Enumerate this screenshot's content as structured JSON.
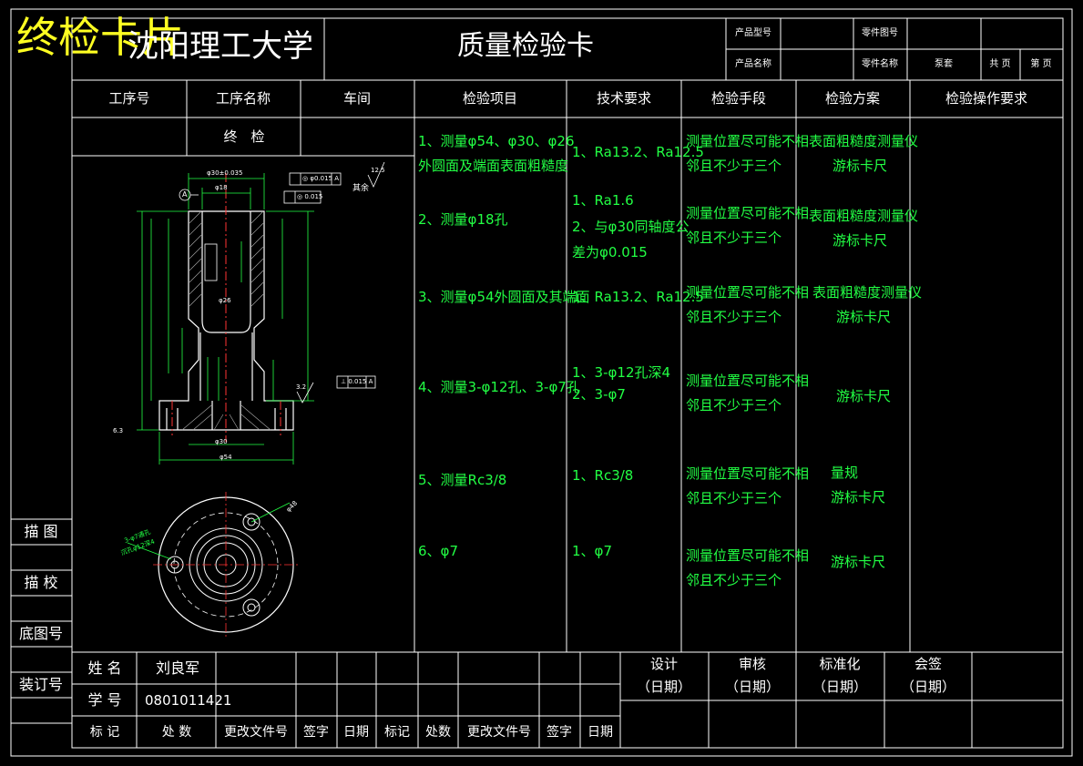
{
  "watermark": "终检卡片",
  "school": "沈阳理工大学",
  "card_title": "质量检验卡",
  "header_fields": {
    "product_model": "产品型号",
    "part_drawing_no": "零件图号",
    "product_name": "产品名称",
    "part_name": "零件名称",
    "part_name_value": "泵套",
    "total_pages": "共 页",
    "page_no": "第 页"
  },
  "columns": {
    "process_no": "工序号",
    "process_name": "工序名称",
    "workshop": "车间",
    "inspection_item": "检验项目",
    "tech_req": "技术要求",
    "means": "检验手段",
    "plan": "检验方案",
    "operation_req": "检验操作要求"
  },
  "process_name_value": "终　检",
  "rows": [
    {
      "item": [
        "1、测量φ54、φ30、φ26",
        "外圆面及端面表面粗糙度"
      ],
      "req": [
        "1、Ra13.2、Ra12.5"
      ],
      "means": [
        "测量位置尽可能不相",
        "邻且不少于三个"
      ],
      "plan": [
        "表面粗糙度测量仪",
        "游标卡尺"
      ]
    },
    {
      "item": [
        "2、测量φ18孔"
      ],
      "req": [
        "1、Ra1.6",
        "2、与φ30同轴度公",
        "差为φ0.015"
      ],
      "means": [
        "测量位置尽可能不相",
        "邻且不少于三个"
      ],
      "plan": [
        "表面粗糙度测量仪",
        "游标卡尺"
      ]
    },
    {
      "item": [
        "3、测量φ54外圆面及其端面"
      ],
      "req": [
        "1、Ra13.2、Ra12.5"
      ],
      "means": [
        "测量位置尽可能不相",
        "邻且不少于三个"
      ],
      "plan": [
        "表面粗糙度测量仪",
        "游标卡尺"
      ]
    },
    {
      "item": [
        "4、测量3-φ12孔、3-φ7孔"
      ],
      "req": [
        "1、3-φ12孔深4",
        "2、3-φ7"
      ],
      "means": [
        "测量位置尽可能不相",
        "邻且不少于三个"
      ],
      "plan": [
        "游标卡尺"
      ]
    },
    {
      "item": [
        "5、测量Rc3/8"
      ],
      "req": [
        "1、Rc3/8"
      ],
      "means": [
        "测量位置尽可能不相",
        "邻且不少于三个"
      ],
      "plan": [
        "量规",
        "游标卡尺"
      ]
    },
    {
      "item": [
        "6、φ7"
      ],
      "req": [
        "1、φ7"
      ],
      "means": [
        "测量位置尽可能不相",
        "邻且不少于三个"
      ],
      "plan": [
        "游标卡尺"
      ]
    }
  ],
  "side_labels": [
    "描 图",
    "描 校",
    "底图号",
    "装订号"
  ],
  "bottom": {
    "name_label": "姓 名",
    "name_value": "刘良军",
    "id_label": "学 号",
    "id_value": "0801011421",
    "footer_labels": [
      "标 记",
      "处 数",
      "更改文件号",
      "签字",
      "日期",
      "标记",
      "处数",
      "更改文件号",
      "签字",
      "日期"
    ],
    "approvals": [
      {
        "label": "设计",
        "date": "（日期）"
      },
      {
        "label": "审核",
        "date": "（日期）"
      },
      {
        "label": "标准化",
        "date": "（日期）"
      },
      {
        "label": "会签",
        "date": "（日期）"
      }
    ]
  },
  "drawing": {
    "top_dim": "φ30±0.035",
    "dim_18": "φ18",
    "gdt1": "◎ φ0.015 A",
    "gdt2": "◎ 0.015",
    "datum": "A",
    "rough_rest": "其余",
    "rough_val": "12.5",
    "rough_32": "3.2",
    "gdt3": "⊥ 0.015 A",
    "dim_26": "φ26",
    "dim_30b": "φ30",
    "dim_54": "φ54",
    "hole_note1": "3-φ7通孔",
    "hole_note2": "沉孔φ12深4",
    "dim_bc": "φ48",
    "dim_63": "6.3"
  }
}
